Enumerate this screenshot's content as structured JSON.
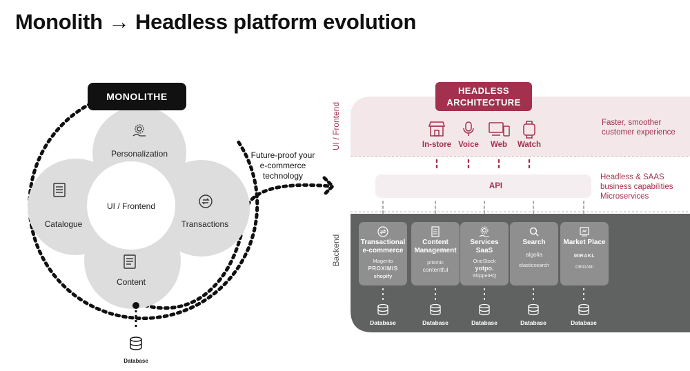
{
  "title": "Monolith → Headless platform evolution",
  "monolith": {
    "label": "MONOLITHE",
    "center": "UI / Frontend",
    "petals": [
      "Personalization",
      "Catalogue",
      "Transactions",
      "Content"
    ],
    "database": "Database"
  },
  "future_proof": "Future-proof your\ne-commerce\ntechnology",
  "headless": {
    "label": "HEADLESS\nARCHITECTURE",
    "ui_frontend": "UI / Frontend",
    "backend": "Backend",
    "channels": [
      "In-store",
      "Voice",
      "Web",
      "Watch"
    ],
    "api": "API",
    "side_notes": [
      "Faster, smoother\ncustomer experience",
      "Headless & SAAS\nbusiness capabilities\nMicroservices"
    ],
    "services": [
      {
        "title": "Transactional\ne-commerce",
        "logos": [
          "Magento",
          "PROXIMIS",
          "shopify"
        ]
      },
      {
        "title": "Content\nManagement",
        "logos": [
          "prismic",
          "contentful"
        ]
      },
      {
        "title": "Services\nSaaS",
        "logos": [
          "OneStock",
          "yotpo.",
          "ShipperHQ"
        ]
      },
      {
        "title": "Search",
        "logos": [
          "algolia",
          "elasticsearch"
        ]
      },
      {
        "title": "Market Place",
        "logos": [
          "MIRAKL",
          "ORIGAMI"
        ]
      }
    ],
    "database": "Database"
  },
  "colors": {
    "accent": "#a3304d",
    "backend": "#5f6261",
    "card": "#8f8f8f",
    "pink_bg": "#f3e7ea"
  }
}
